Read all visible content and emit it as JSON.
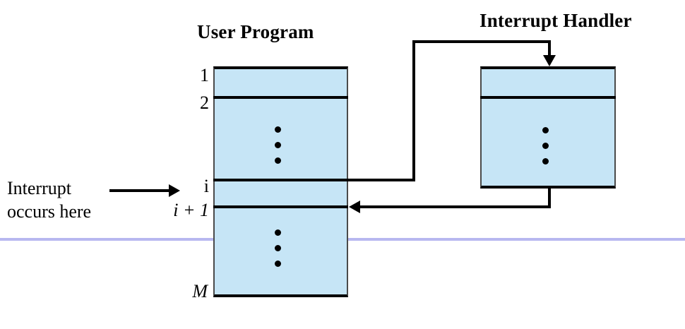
{
  "diagram": {
    "title_user_program": "User Program",
    "title_interrupt_handler": "Interrupt Handler",
    "rule_color": "#b8b8f0",
    "box_fill_color": "#c6e5f6",
    "line_color": "#000000",
    "user_program": {
      "labels": {
        "first": "1",
        "second": "2",
        "interrupt_point": "i",
        "resume_point": "i + 1",
        "last": "M"
      },
      "ellipsis_upper": "⋮",
      "ellipsis_lower": "⋮"
    },
    "interrupt_handler": {
      "ellipsis": "⋮"
    },
    "caption": {
      "line1": "Interrupt",
      "line2": "occurs here"
    },
    "arrows": {
      "interrupt_pointer": "arrow-right",
      "to_handler": "arrow-down",
      "return_from_handler": "arrow-left"
    }
  }
}
